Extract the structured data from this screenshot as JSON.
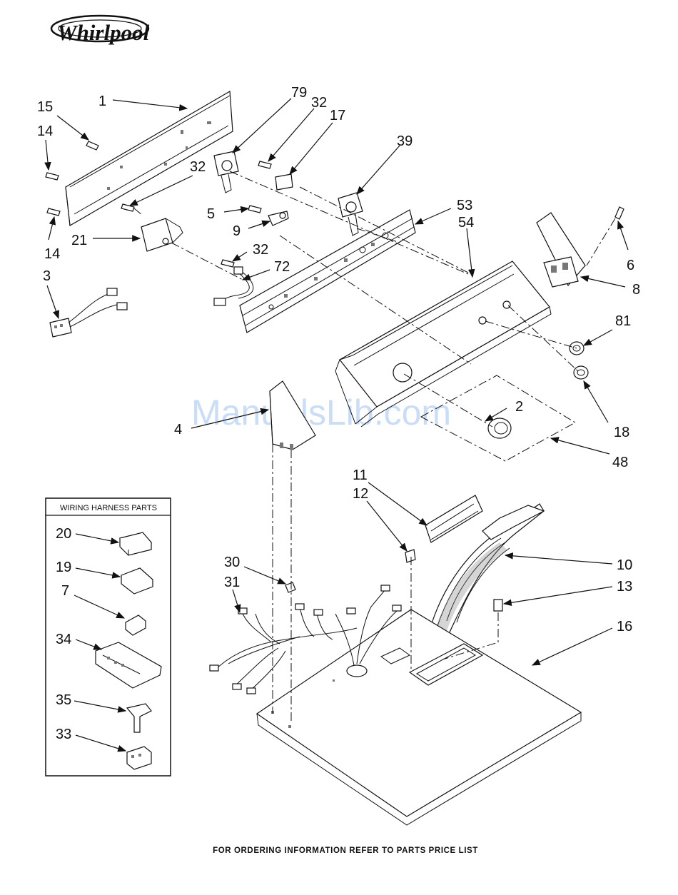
{
  "brand": {
    "logo_text": "Whirlpool"
  },
  "watermark": "ManualsLib.com",
  "harness_box": {
    "title": "WIRING HARNESS PARTS"
  },
  "footer": "FOR ORDERING INFORMATION REFER TO PARTS PRICE LIST",
  "callouts": {
    "c1": "1",
    "c15": "15",
    "c14a": "14",
    "c14b": "14",
    "c32a": "32",
    "c79": "79",
    "c32b": "32",
    "c17": "17",
    "c39": "39",
    "c5": "5",
    "c9": "9",
    "c21": "21",
    "c32c": "32",
    "c72": "72",
    "c3": "3",
    "c53": "53",
    "c54": "54",
    "c6": "6",
    "c8": "8",
    "c81": "81",
    "c2": "2",
    "c18": "18",
    "c48": "48",
    "c4": "4",
    "c11": "11",
    "c12": "12",
    "c10": "10",
    "c13": "13",
    "c16": "16",
    "c30": "30",
    "c31": "31",
    "c20": "20",
    "c19": "19",
    "c7": "7",
    "c34": "34",
    "c35": "35",
    "c33": "33"
  }
}
